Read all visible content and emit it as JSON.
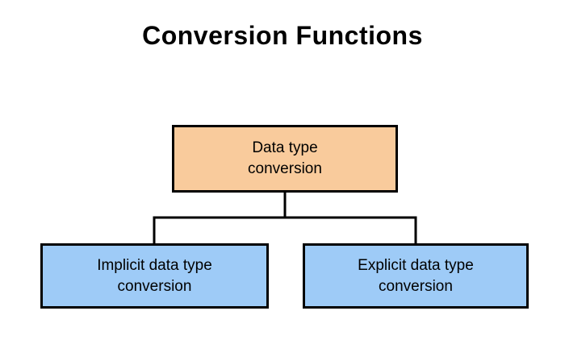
{
  "diagram": {
    "title": "Conversion Functions",
    "colors": {
      "background": "#FFFFFF",
      "border": "#000000",
      "text": "#000000",
      "root_fill": "#F9CB9C",
      "child_fill": "#9ECBF7"
    },
    "nodes": {
      "root": {
        "label": "Data type conversion",
        "lines": [
          "Data type",
          "conversion"
        ]
      },
      "left_child": {
        "label": "Implicit data type conversion",
        "lines": [
          "Implicit data type",
          "conversion"
        ]
      },
      "right_child": {
        "label": "Explicit data type conversion",
        "lines": [
          "Explicit data type",
          "conversion"
        ]
      }
    }
  }
}
